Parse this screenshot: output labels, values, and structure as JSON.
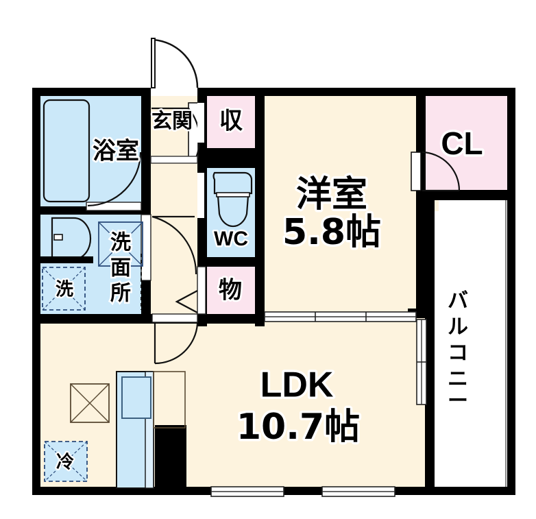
{
  "plan": {
    "title": "間取り図",
    "units": "帖",
    "colors": {
      "wall": "#000000",
      "living_floor": "#fdf3de",
      "wet_area": "#cbe8f9",
      "closet": "#fbe4ee",
      "balcony": "#ffffff",
      "outline": "#000000",
      "fixture_line": "#1a1a1a",
      "window_glass": "#ffffff"
    }
  },
  "rooms": [
    {
      "id": "bath",
      "label": "浴室",
      "kind": "wet",
      "area": ""
    },
    {
      "id": "washroom",
      "label": "洗面所",
      "kind": "wet",
      "area": ""
    },
    {
      "id": "entrance",
      "label": "玄関",
      "kind": "floor",
      "area": ""
    },
    {
      "id": "storage_a",
      "label": "収",
      "kind": "closet",
      "area": ""
    },
    {
      "id": "wc",
      "label": "WC",
      "kind": "wet",
      "area": ""
    },
    {
      "id": "storage_b",
      "label": "物",
      "kind": "closet",
      "area": ""
    },
    {
      "id": "closet",
      "label": "CL",
      "kind": "closet",
      "area": ""
    },
    {
      "id": "bedroom",
      "label": "洋室",
      "kind": "floor",
      "area": "5.8帖"
    },
    {
      "id": "ldk",
      "label": "LDK",
      "kind": "floor",
      "area": "10.7帖"
    },
    {
      "id": "balcony",
      "label": "バルコニー",
      "kind": "outdoor",
      "area": ""
    }
  ],
  "labels": {
    "bath": "浴室",
    "washroom": "洗面所",
    "entrance": "玄関",
    "storage_a": "収",
    "wc": "WC",
    "storage_b": "物",
    "closet": "CL",
    "bedroom": "洋室",
    "bedroom_area": "5.8帖",
    "ldk": "LDK",
    "ldk_area": "10.7帖",
    "washer": "洗",
    "fridge": "冷",
    "balcony_chars": [
      "バ",
      "ル",
      "コ",
      "ニ",
      "ー"
    ]
  },
  "fixtures": [
    {
      "id": "bathtub",
      "name": "bathtub",
      "room": "bath"
    },
    {
      "id": "vanity-sink",
      "name": "vanity-basin",
      "room": "washroom"
    },
    {
      "id": "washer-space",
      "name": "washing-machine",
      "room": "washroom",
      "label": "洗"
    },
    {
      "id": "toilet",
      "name": "toilet",
      "room": "wc"
    },
    {
      "id": "kitchen-sink",
      "name": "kitchen-counter",
      "room": "ldk"
    },
    {
      "id": "fridge-space",
      "name": "refrigerator",
      "room": "ldk",
      "label": "冷"
    },
    {
      "id": "ceiling-mark",
      "name": "equipment-mark",
      "room": "ldk"
    }
  ],
  "openings": [
    {
      "id": "front-door",
      "name": "entrance-door",
      "type": "swing"
    },
    {
      "id": "bath-door",
      "name": "bathroom-door",
      "type": "swing"
    },
    {
      "id": "washroom-door",
      "name": "washroom-door",
      "type": "swing"
    },
    {
      "id": "hall-door",
      "name": "hall-to-ldk-door",
      "type": "swing"
    },
    {
      "id": "storage-door",
      "name": "storage-folding-door",
      "type": "folding"
    },
    {
      "id": "closet-door",
      "name": "closet-door",
      "type": "swing"
    },
    {
      "id": "bedroom-partition",
      "name": "sliding-partition",
      "type": "sliding"
    },
    {
      "id": "balcony-window",
      "name": "balcony-sliding-door",
      "type": "sliding"
    },
    {
      "id": "ldk-window-1",
      "name": "ldk-window",
      "type": "window"
    },
    {
      "id": "ldk-window-2",
      "name": "ldk-window",
      "type": "window"
    }
  ]
}
